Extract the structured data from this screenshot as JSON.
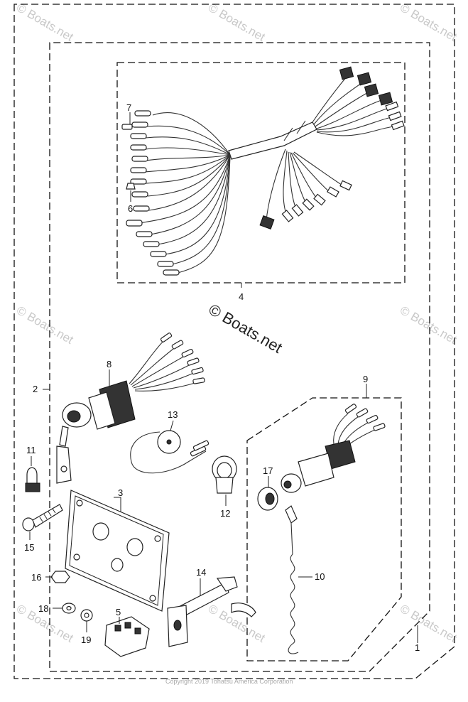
{
  "watermark": {
    "text": "© Boats.net",
    "center_text": "© Boats.net"
  },
  "copyright": "Copyright 2019 Tohatsu America Corporation",
  "callouts": {
    "c1": "1",
    "c2": "2",
    "c3": "3",
    "c4": "4",
    "c5": "5",
    "c6": "6",
    "c7": "7",
    "c8": "8",
    "c9": "9",
    "c10": "10",
    "c11": "11",
    "c12": "12",
    "c13": "13",
    "c14": "14",
    "c15": "15",
    "c16": "16",
    "c17": "17",
    "c18": "18",
    "c19": "19"
  }
}
